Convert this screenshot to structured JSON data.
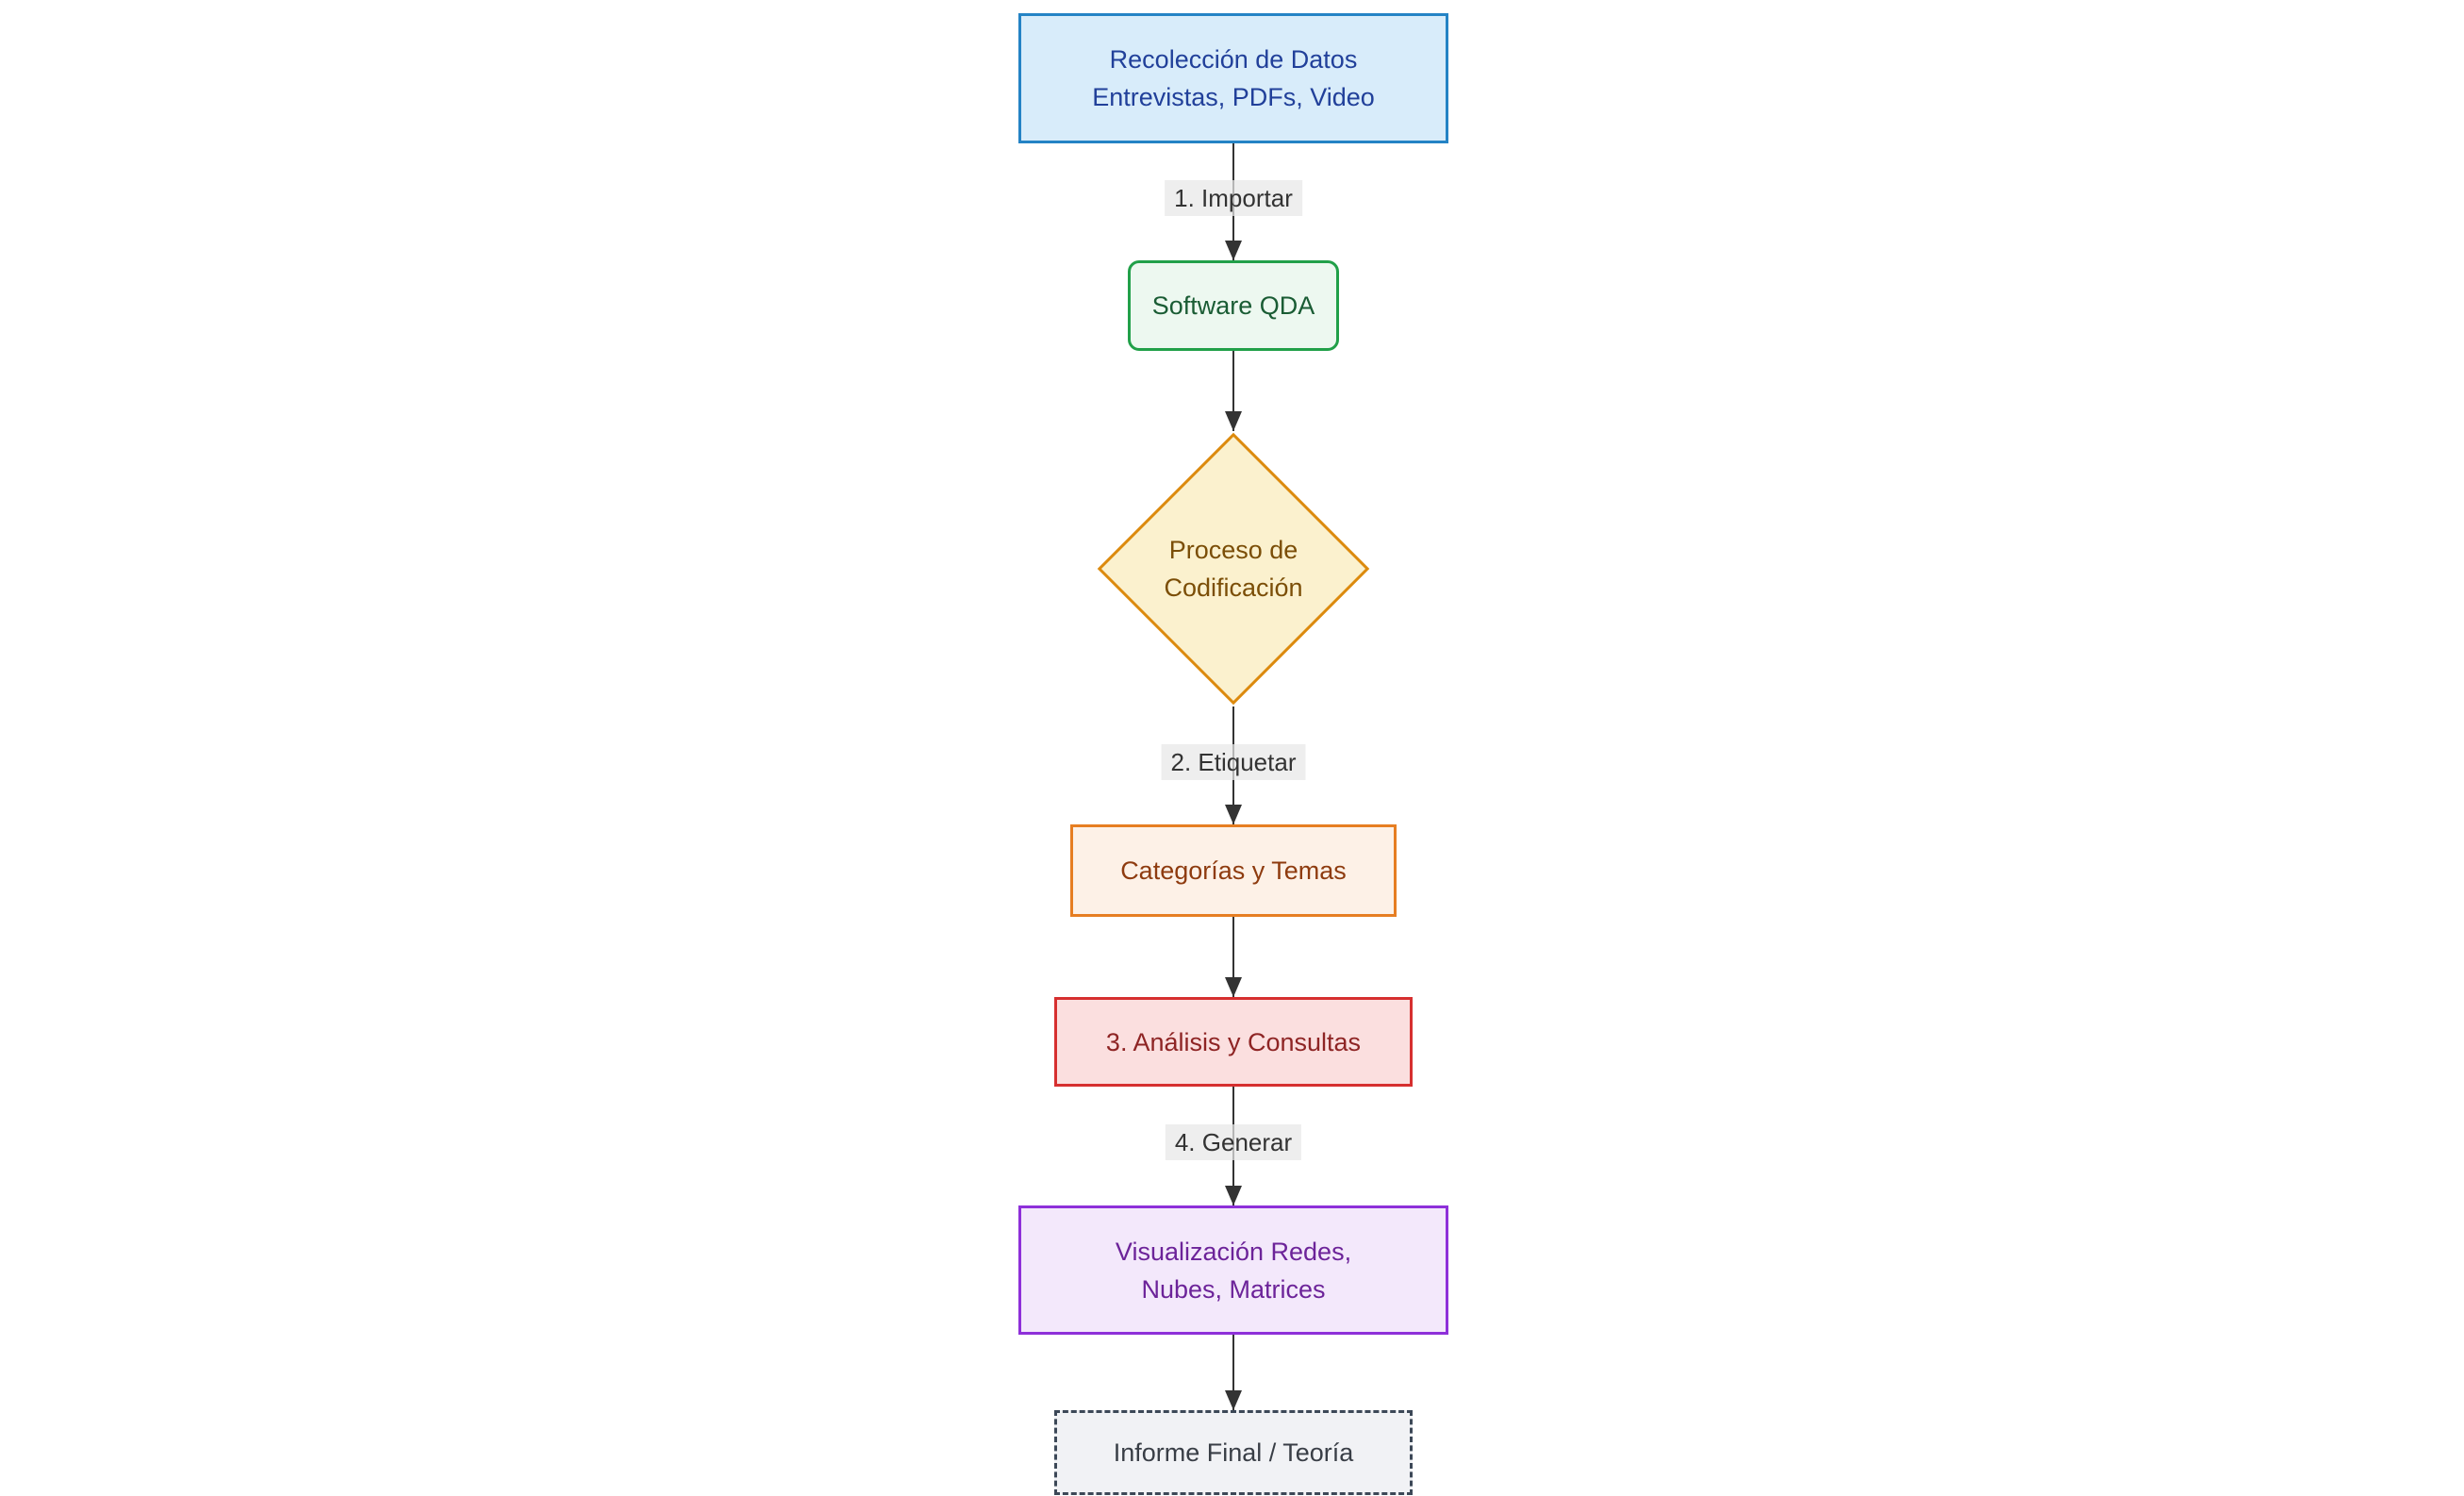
{
  "diagram": {
    "type": "flowchart",
    "direction": "top-down",
    "background": "#ffffff",
    "arrow_color": "#333333",
    "edge_label_background": "#e8e8e8",
    "edge_label_text_color": "#333333",
    "nodes": [
      {
        "id": "recoleccion-datos",
        "shape": "rectangle",
        "lines": [
          "Recolección de Datos",
          "Entrevistas, PDFs, Video"
        ],
        "fill": "#d8ecfa",
        "stroke": "#2483c5",
        "text_color": "#21409a"
      },
      {
        "id": "software-qda",
        "shape": "rounded-rectangle",
        "lines": [
          "Software QDA"
        ],
        "fill": "#edf8f0",
        "stroke": "#21a049",
        "text_color": "#1a5c34"
      },
      {
        "id": "proceso-codificacion",
        "shape": "diamond",
        "lines": [
          "Proceso de",
          "Codificación"
        ],
        "fill": "#fbf1ce",
        "stroke": "#dc8a0e",
        "text_color": "#7b4e07"
      },
      {
        "id": "categorias-temas",
        "shape": "rectangle",
        "lines": [
          "Categorías y Temas"
        ],
        "fill": "#fdf1e7",
        "stroke": "#e67e22",
        "text_color": "#8e3b0f"
      },
      {
        "id": "analisis-consultas",
        "shape": "rectangle",
        "lines": [
          "3. Análisis y Consultas"
        ],
        "fill": "#fbdfdf",
        "stroke": "#d62f2f",
        "text_color": "#8e2424"
      },
      {
        "id": "visualizacion",
        "shape": "rectangle",
        "lines": [
          "Visualización Redes,",
          "Nubes, Matrices"
        ],
        "fill": "#f3e8fb",
        "stroke": "#8e30d9",
        "text_color": "#6c2399"
      },
      {
        "id": "informe-final",
        "shape": "dashed-rectangle",
        "lines": [
          "Informe Final / Teoría"
        ],
        "fill": "#f1f2f5",
        "stroke": "#3c4857",
        "text_color": "#393e46"
      }
    ],
    "edges": [
      {
        "from": "recoleccion-datos",
        "to": "software-qda",
        "label": "1. Importar"
      },
      {
        "from": "software-qda",
        "to": "proceso-codificacion",
        "label": ""
      },
      {
        "from": "proceso-codificacion",
        "to": "categorias-temas",
        "label": "2. Etiquetar"
      },
      {
        "from": "categorias-temas",
        "to": "analisis-consultas",
        "label": ""
      },
      {
        "from": "analisis-consultas",
        "to": "visualizacion",
        "label": "4. Generar"
      },
      {
        "from": "visualizacion",
        "to": "informe-final",
        "label": ""
      }
    ]
  }
}
